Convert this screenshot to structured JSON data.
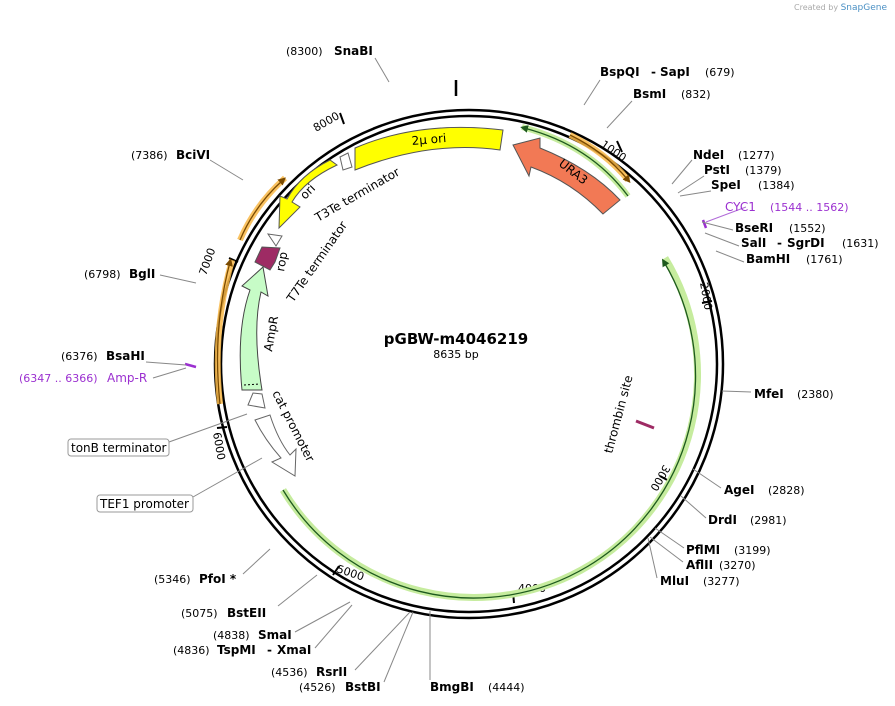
{
  "credit": {
    "prefix": "Created by",
    "brand": "SnapGene"
  },
  "plasmid": {
    "name": "pGBW-m4046219",
    "length_label": "8635 bp",
    "length": 8635
  },
  "ticks": [
    {
      "label": "1000",
      "pos": 1000
    },
    {
      "label": "2000",
      "pos": 2000
    },
    {
      "label": "3000",
      "pos": 3000
    },
    {
      "label": "4000",
      "pos": 4000
    },
    {
      "label": "5000",
      "pos": 5000
    },
    {
      "label": "6000",
      "pos": 6000
    },
    {
      "label": "7000",
      "pos": 7000
    },
    {
      "label": "8000",
      "pos": 8000
    }
  ],
  "sites": [
    {
      "name": "SnaBI",
      "pos_label": "(8300)"
    },
    {
      "name": "BspQI",
      "sep": "-",
      "name2": "SapI",
      "pos_label": "(679)"
    },
    {
      "name": "BsmI",
      "pos_label": "(832)"
    },
    {
      "name": "NdeI",
      "pos_label": "(1277)"
    },
    {
      "name": "PstI",
      "pos_label": "(1379)"
    },
    {
      "name": "SpeI",
      "pos_label": "(1384)"
    },
    {
      "name": "BseRI",
      "pos_label": "(1552)"
    },
    {
      "name": "SalI",
      "sep": "-",
      "name2": "SgrDI",
      "pos_label": "(1631)"
    },
    {
      "name": "BamHI",
      "pos_label": "(1761)"
    },
    {
      "name": "MfeI",
      "pos_label": "(2380)"
    },
    {
      "name": "AgeI",
      "pos_label": "(2828)"
    },
    {
      "name": "DrdI",
      "pos_label": "(2981)"
    },
    {
      "name": "PflMI",
      "pos_label": "(3199)"
    },
    {
      "name": "AflII",
      "pos_label": "(3270)"
    },
    {
      "name": "MluI",
      "pos_label": "(3277)"
    },
    {
      "name": "BmgBI",
      "pos_label": "(4444)"
    },
    {
      "name": "BstBI",
      "pos_label": "(4526)"
    },
    {
      "name": "RsrII",
      "pos_label": "(4536)"
    },
    {
      "name": "TspMI",
      "sep": "-",
      "name2": "XmaI",
      "pos_label": "(4836)"
    },
    {
      "name": "SmaI",
      "pos_label": "(4838)"
    },
    {
      "name": "BstEII",
      "pos_label": "(5075)"
    },
    {
      "name": "PfoI *",
      "pos_label": "(5346)"
    },
    {
      "name": "BsaHI",
      "pos_label": "(6376)"
    },
    {
      "name": "BglI",
      "pos_label": "(6798)"
    },
    {
      "name": "BciVI",
      "pos_label": "(7386)"
    }
  ],
  "feature_labels": [
    {
      "name": "CYC1",
      "pos_label": "(1544 .. 1562)"
    },
    {
      "name": "Amp-R",
      "pos_label": "(6347 .. 6366)"
    }
  ],
  "boxed_labels": [
    {
      "text": "tonB terminator"
    },
    {
      "text": "TEF1 promoter"
    }
  ],
  "features": [
    {
      "text": "2μ ori"
    },
    {
      "text": "URA3"
    },
    {
      "text": "ori"
    },
    {
      "text": "T3Te terminator"
    },
    {
      "text": "T7Te terminator"
    },
    {
      "text": "rop"
    },
    {
      "text": "AmpR"
    },
    {
      "text": "cat promoter"
    },
    {
      "text": "thrombin site"
    }
  ],
  "colors": {
    "backbone": "#000000",
    "ori_yellow": "#ffff00",
    "ura3_orange": "#f27955",
    "rop_purple": "#9e2b64",
    "ampr_green": "#c7fcc7",
    "primer_orange": "#f9b848",
    "orf_green": "#c6ec9e",
    "primer_purple": "#9b30d0"
  }
}
